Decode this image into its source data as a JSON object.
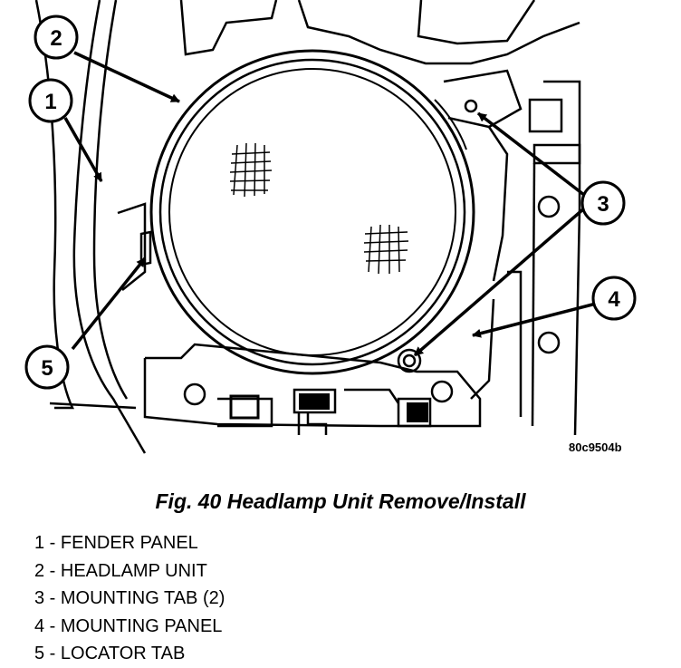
{
  "figure": {
    "callouts": [
      "1",
      "2",
      "3",
      "4",
      "5"
    ],
    "code": "80c9504b"
  },
  "caption": "Fig. 40 Headlamp Unit Remove/Install",
  "legend": [
    "1 - FENDER PANEL",
    "2 - HEADLAMP UNIT",
    "3 - MOUNTING TAB (2)",
    "4 - MOUNTING PANEL",
    "5 - LOCATOR TAB"
  ]
}
